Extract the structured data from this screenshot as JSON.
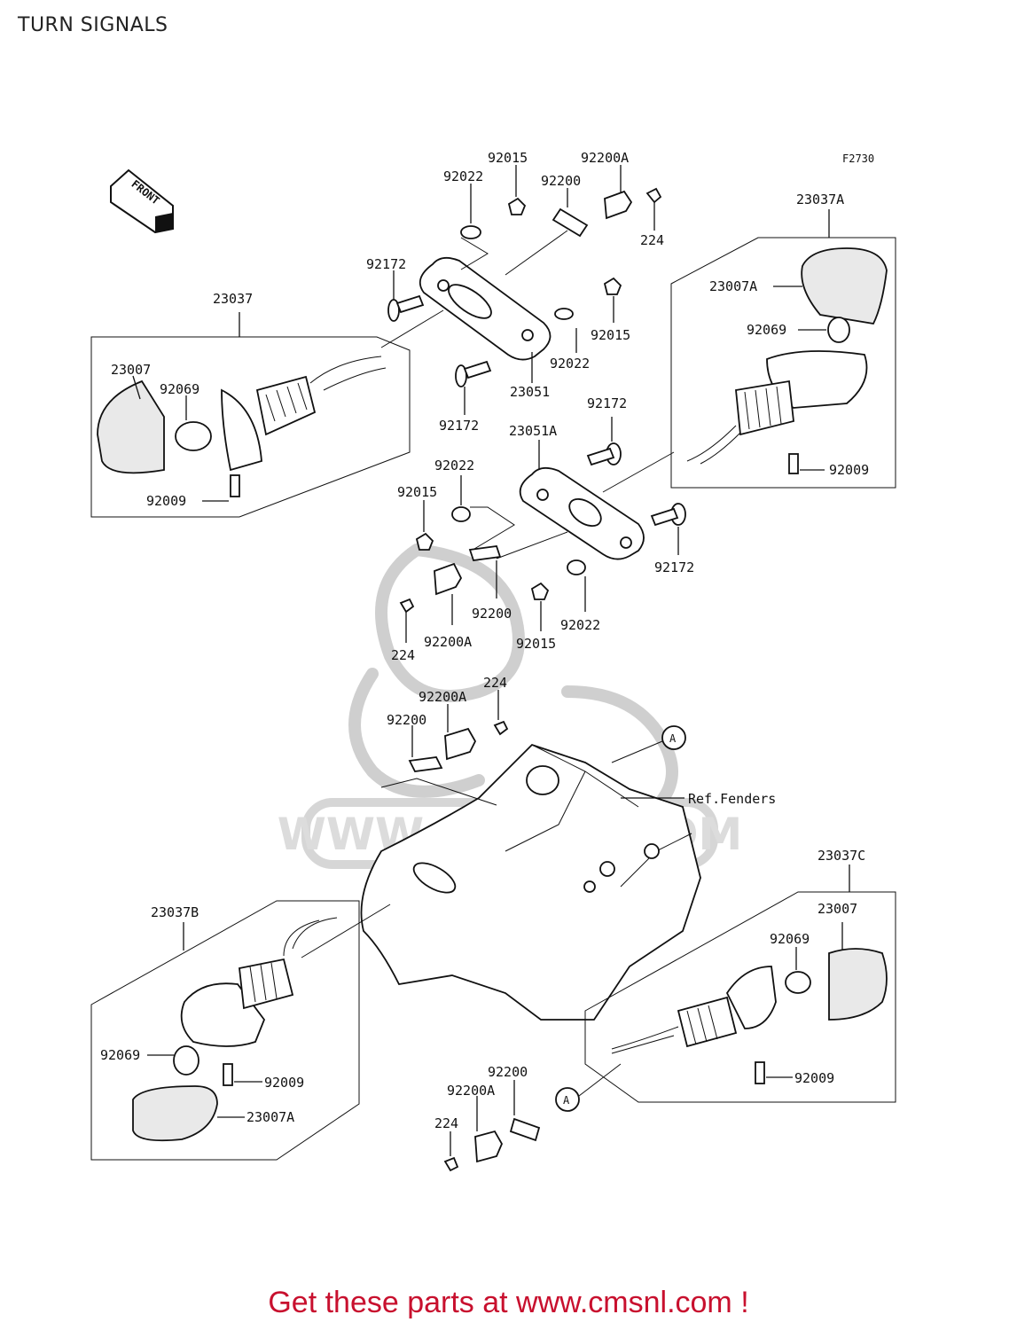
{
  "page": {
    "title": "TURN SIGNALS",
    "figure_code": "F2730"
  },
  "front_indicator": {
    "label": "FRONT",
    "icon": "front-arrow-icon"
  },
  "callouts": {
    "c92015_a": "92015",
    "c92022_a": "92022",
    "c92200_a": "92200",
    "c92200A_a": "92200A",
    "c224_a": "224",
    "c92172_a": "92172",
    "c23037": "23037",
    "c23007": "23007",
    "c92069_a": "92069",
    "c92009_a": "92009",
    "c23051": "23051",
    "c92015_b": "92015",
    "c92022_b": "92022",
    "c92172_b": "92172",
    "c23037A": "23037A",
    "c23007A": "23007A",
    "c92069_b": "92069",
    "c92009_b": "92009",
    "c92172_c": "92172",
    "c23051A": "23051A",
    "c92022_c": "92022",
    "c92015_c": "92015",
    "c92172_d": "92172",
    "c92200_b": "92200",
    "c92022_d": "92022",
    "c224_b": "224",
    "c92200A_b": "92200A",
    "c92015_d": "92015",
    "c224_c": "224",
    "c92200A_c": "92200A",
    "c92200_c": "92200",
    "ref_A_1": "A",
    "ref_fenders": "Ref.Fenders",
    "c23037B": "23037B",
    "c92069_c": "92069",
    "c92009_c": "92009",
    "c23007A_b": "23007A",
    "c23037C": "23037C",
    "c23007_b": "23007",
    "c92069_d": "92069",
    "c92009_d": "92009",
    "c92200_d": "92200",
    "c92200A_d": "92200A",
    "c224_d": "224",
    "ref_A_2": "A"
  },
  "watermark": {
    "text": "WWW.CMSNL.COM",
    "logo": "cmsnl-logo"
  },
  "footer": {
    "text": "Get these parts at www.cmsnl.com !",
    "color": "#c8102e"
  }
}
